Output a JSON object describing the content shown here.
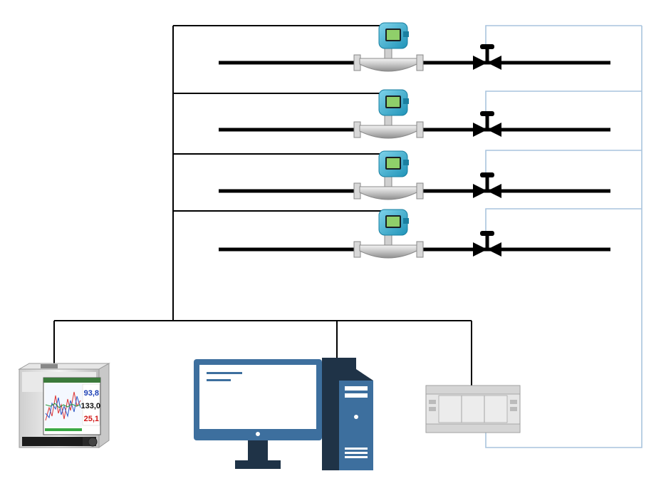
{
  "colors": {
    "wire": "#000000",
    "pipe": "#000000",
    "control_line": "#a9c4de",
    "meter_blue": "#2aa6c9",
    "computer_blue": "#3d6f9e",
    "computer_dark": "#1f3347"
  },
  "pipelines": [
    {
      "meter_icon": "coriolis-flowmeter-icon",
      "valve_icon": "valve-icon"
    },
    {
      "meter_icon": "coriolis-flowmeter-icon",
      "valve_icon": "valve-icon"
    },
    {
      "meter_icon": "coriolis-flowmeter-icon",
      "valve_icon": "valve-icon"
    },
    {
      "meter_icon": "coriolis-flowmeter-icon",
      "valve_icon": "valve-icon"
    }
  ],
  "recorder": {
    "icon": "data-recorder-icon",
    "values": [
      "93,8",
      "133,0",
      "25,1"
    ],
    "value_colors": [
      "#1b3fb5",
      "#111111",
      "#d01818"
    ]
  },
  "computer": {
    "icon": "desktop-computer-icon"
  },
  "plc": {
    "icon": "plc-controller-icon"
  }
}
